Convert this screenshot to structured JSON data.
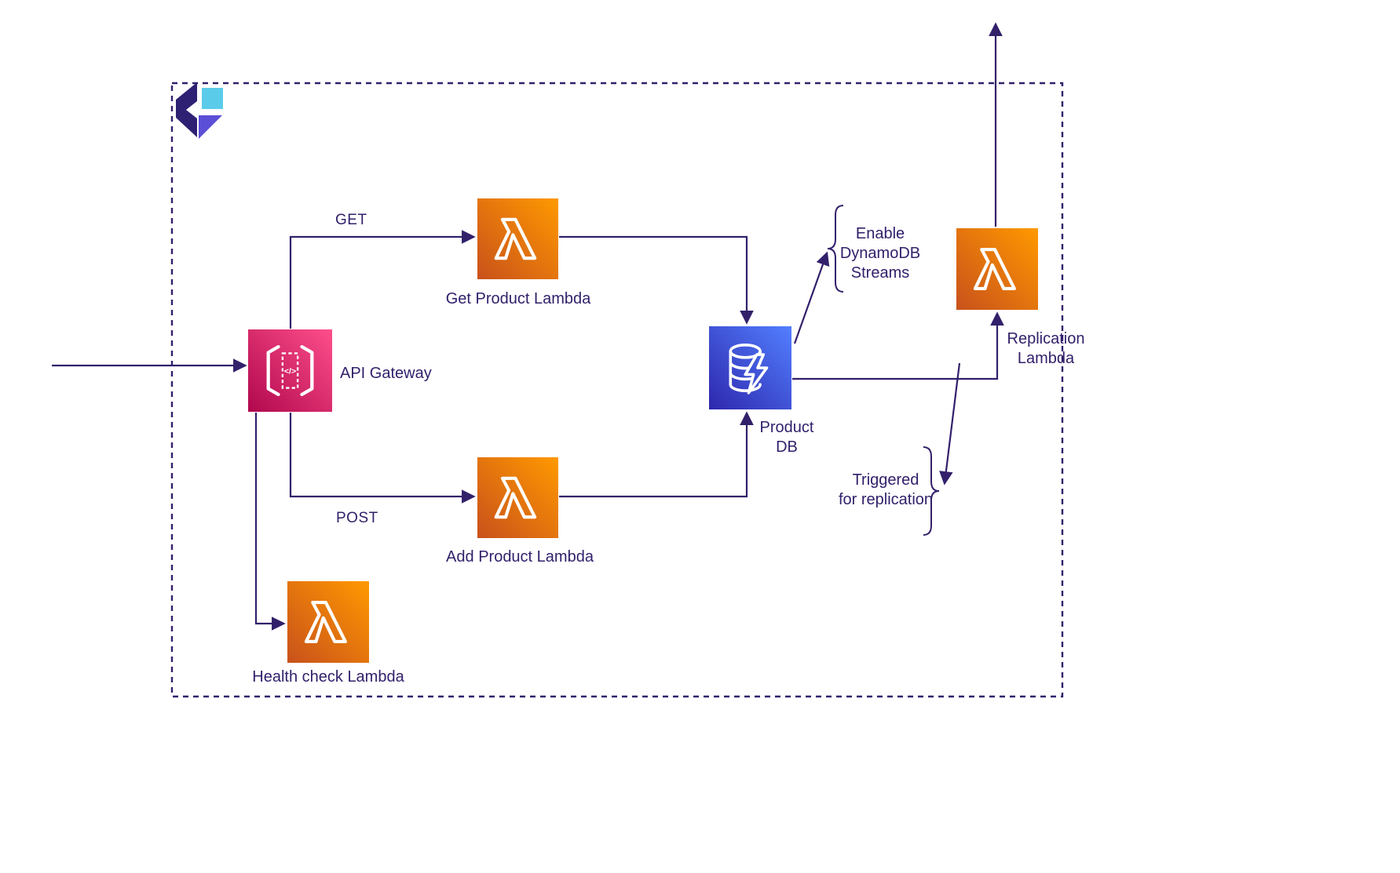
{
  "nodes": {
    "api_gateway": {
      "label": "API Gateway",
      "glyph_text": "</>"
    },
    "get_lambda": {
      "label": "Get Product Lambda"
    },
    "add_lambda": {
      "label": "Add Product Lambda"
    },
    "health_lambda": {
      "label": "Health check Lambda"
    },
    "product_db": {
      "label_line1": "Product",
      "label_line2": "DB"
    },
    "replication_lambda": {
      "label_line1": "Replication",
      "label_line2": "Lambda"
    }
  },
  "edges": {
    "get_label": "GET",
    "post_label": "POST"
  },
  "annotations": {
    "enable_streams": {
      "line1": "Enable",
      "line2": "DynamoDB",
      "line3": "Streams"
    },
    "triggered_replication": {
      "line1": "Triggered",
      "line2": "for replication"
    }
  },
  "colors": {
    "ink": "#33206B",
    "lambda_gradient_start": "#C8511B",
    "lambda_gradient_end": "#FF9900",
    "api_gateway_gradient_start": "#B0084D",
    "api_gateway_gradient_end": "#FF4F8B",
    "dynamodb_gradient_start": "#2E27AD",
    "dynamodb_gradient_end": "#527FFF",
    "logo_cyan": "#5BCBEA",
    "logo_purple_dark": "#2E2173",
    "logo_purple_mid": "#5B4FD7"
  }
}
